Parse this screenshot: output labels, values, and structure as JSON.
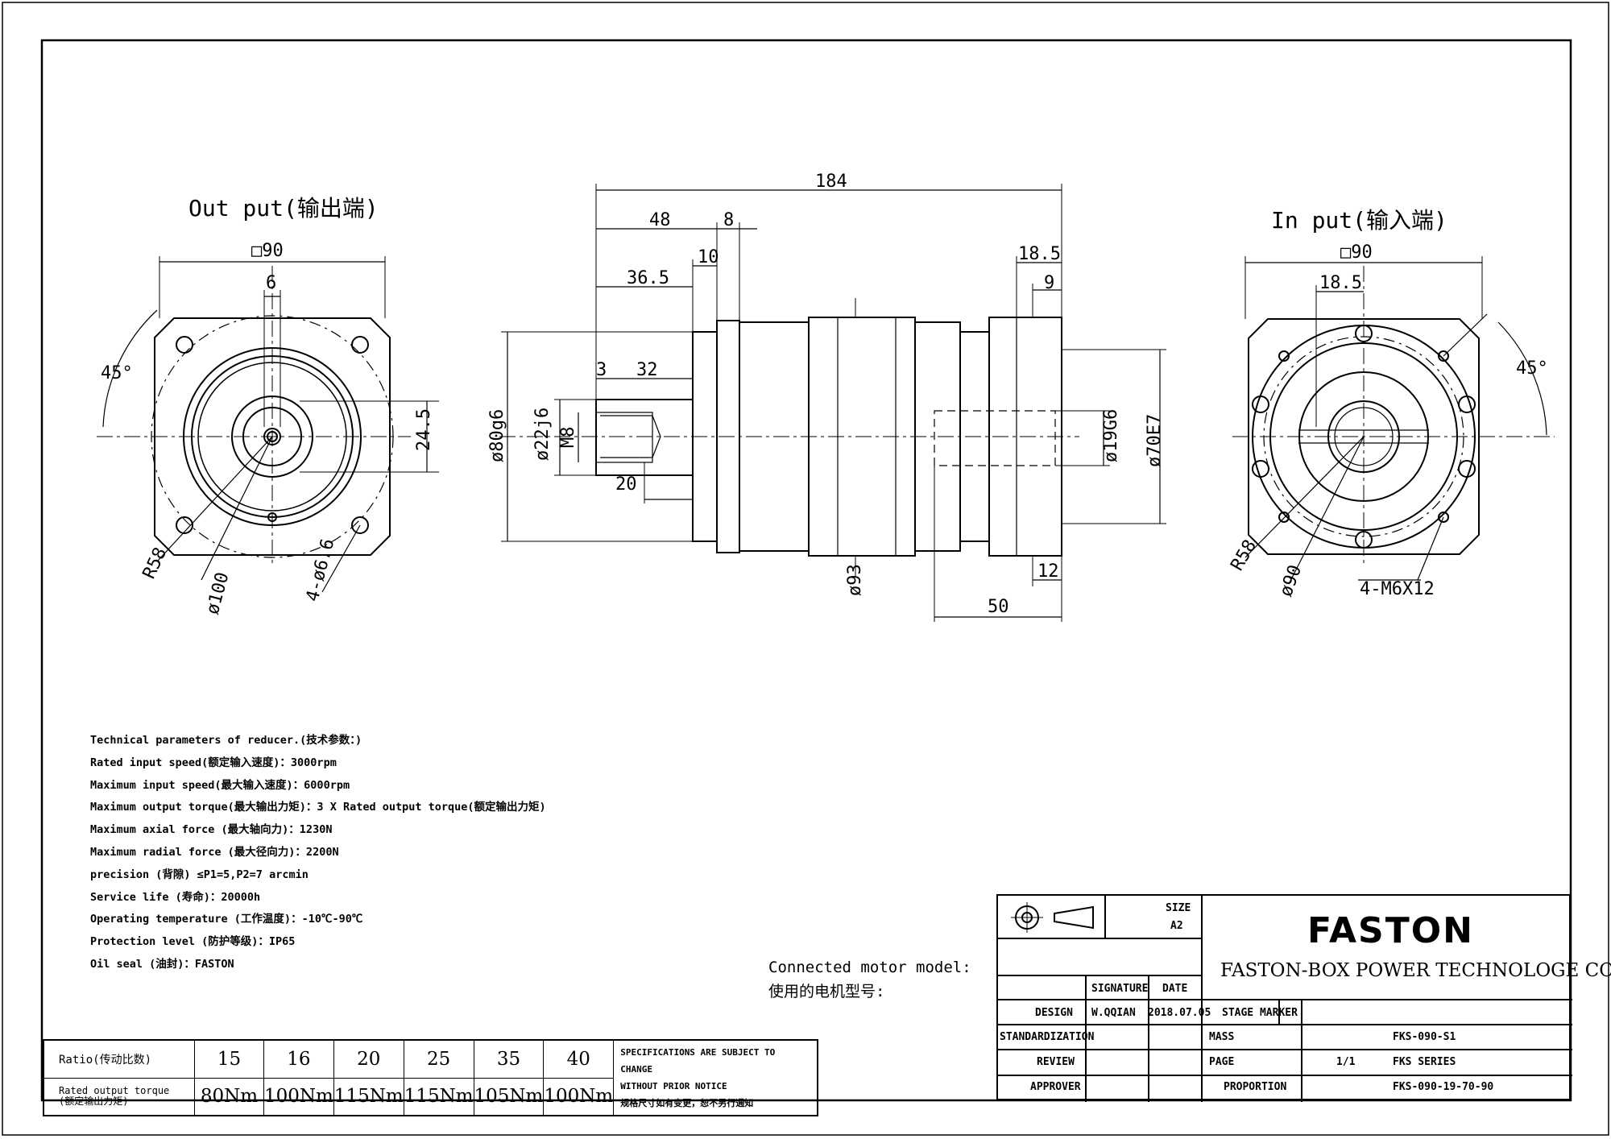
{
  "drawing": {
    "output_title": "Out put(输出端)",
    "input_title": "In put(输入端)",
    "output_dims": {
      "square": "□90",
      "key_width": "6",
      "shaft_height": "24.5",
      "angle": "45°",
      "radius": "R58",
      "pcd": "ø100",
      "holes": "4-ø6.6"
    },
    "side_dims": {
      "total": "184",
      "d48": "48",
      "d8": "8",
      "d10": "10",
      "d36_5": "36.5",
      "d3": "3",
      "d32": "32",
      "d20": "20",
      "d80g6": "ø80g6",
      "d22j6": "ø22j6",
      "m8": "M8",
      "d93": "ø93",
      "d18_5": "18.5",
      "d9": "9",
      "d19G6": "ø19G6",
      "d70E7": "ø70E7",
      "d12": "12",
      "d50": "50"
    },
    "input_dims": {
      "square": "□90",
      "d18_5": "18.5",
      "angle": "45°",
      "radius": "R58",
      "pcd": "ø90",
      "holes": "4-M6X12"
    }
  },
  "parameters": [
    "Technical parameters of reducer.(技术参数：)",
    "Rated input speed(额定输入速度)：3000rpm",
    "Maximum input speed(最大输入速度)：6000rpm",
    "Maximum output torque(最大输出力矩)：3 X Rated output torque(额定输出力矩)",
    "Maximum axial force (最大轴向力)：1230N",
    "Maximum radial force (最大径向力)：2200N",
    "precision (背隙) ≤P1=5,P2=7 arcmin",
    "Service life (寿命)：20000h",
    "Operating temperature (工作温度)：-10℃-90℃",
    "Protection level (防护等级)：IP65",
    "Oil seal (油封)：FASTON"
  ],
  "motor": {
    "line1": "Connected motor model:",
    "line2": "使用的电机型号:"
  },
  "ratio_table": {
    "ratio_label": "Ratio(传动比数)",
    "torque_label_1": "Rated output torque",
    "torque_label_2": "(额定输出力矩)",
    "ratios": [
      "15",
      "16",
      "20",
      "25",
      "35",
      "40"
    ],
    "torques": [
      "80Nm",
      "100Nm",
      "115Nm",
      "115Nm",
      "105Nm",
      "100Nm"
    ],
    "spec_1": "SPECIFICATIONS ARE SUBJECT TO CHANGE",
    "spec_2": "WITHOUT PRIOR NOTICE",
    "spec_3": "规格尺寸如有变更，恕不另行通知"
  },
  "title_block": {
    "size_label": "SIZE",
    "size_value": "A2",
    "signature_label": "SIGNATURE",
    "date_label": "DATE",
    "logo": "FASTON",
    "company": "FASTON-BOX POWER TECHNOLOGE CO. LTD.",
    "design_label": "DESIGN",
    "designer": "W.QQIAN",
    "date": "2018.07.05",
    "stage_marker": "STAGE MARKER",
    "standardization": "STANDARDIZATION",
    "mass_label": "MASS",
    "model": "FKS-090-S1",
    "review_label": "REVIEW",
    "page_label": "PAGE",
    "page_value": "1/1",
    "series": "FKS SERIES",
    "approver_label": "APPROVER",
    "proportion_label": "PROPORTION",
    "part_number": "FKS-090-19-70-90"
  }
}
